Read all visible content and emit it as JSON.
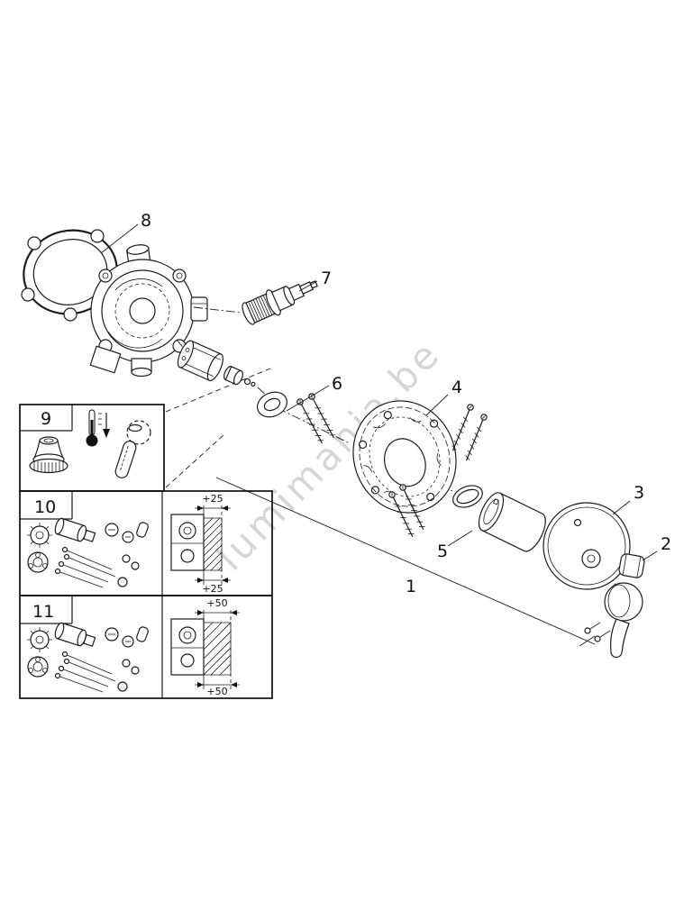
{
  "page": {
    "background": "#ffffff",
    "line_color": "#1c1c1c",
    "watermark": "lumimania.be"
  },
  "callouts": {
    "n1": "1",
    "n2": "2",
    "n3": "3",
    "n4": "4",
    "n5": "5",
    "n6": "6",
    "n7": "7",
    "n8": "8"
  },
  "insets": {
    "box9": {
      "label": "9"
    },
    "box10": {
      "label": "10",
      "dim_top": "+25",
      "dim_bottom": "+25"
    },
    "box11": {
      "label": "11",
      "dim_top": "+50",
      "dim_bottom": "+50"
    }
  }
}
